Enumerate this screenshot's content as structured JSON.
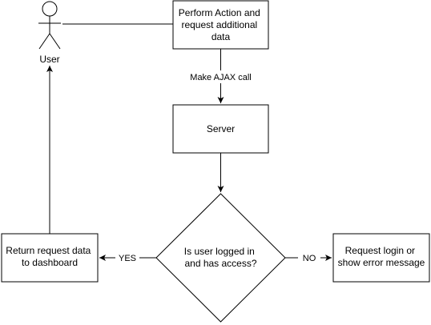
{
  "diagram": {
    "actor": {
      "label": "User",
      "icon": "stick-figure-icon"
    },
    "nodes": {
      "action": {
        "lines": [
          "Perform Action and",
          "request additional",
          "data"
        ]
      },
      "server": {
        "lines": [
          "Server"
        ]
      },
      "decision": {
        "lines": [
          "Is user logged in",
          "and has access?"
        ]
      },
      "return_data": {
        "lines": [
          "Return request data",
          "to dashboard"
        ]
      },
      "request_login": {
        "lines": [
          "Request login or",
          "show error message"
        ]
      }
    },
    "edges": {
      "ajax": {
        "label": "Make AJAX call"
      },
      "yes": {
        "label": "YES"
      },
      "no": {
        "label": "NO"
      }
    }
  }
}
